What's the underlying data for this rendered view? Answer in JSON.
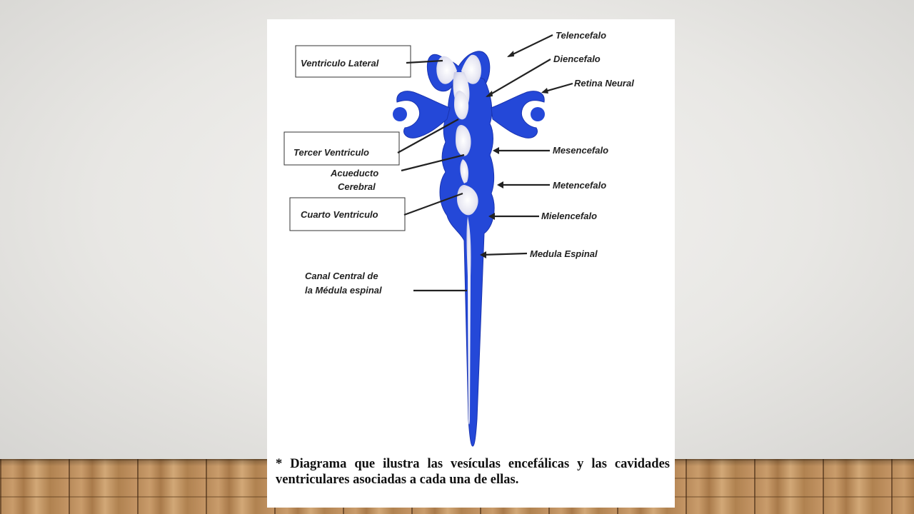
{
  "labels": {
    "ventriculo_lateral": "Ventriculo Lateral",
    "tercer_ventriculo": "Tercer Ventriculo",
    "acueducto_line1": "Acueducto",
    "acueducto_line2": "Cerebral",
    "cuarto_ventriculo": "Cuarto Ventriculo",
    "canal_line1": "Canal Central de",
    "canal_line2": "la Médula espinal",
    "telencefalo": "Telencefalo",
    "diencefalo": "Diencefalo",
    "retina_neural": "Retina Neural",
    "mesencefalo": "Mesencefalo",
    "metencefalo": "Metencefalo",
    "mielencefalo": "Mielencefalo",
    "medula_espinal": "Medula Espinal"
  },
  "caption": "* Diagrama que ilustra las vesículas encefálicas y las cavidades ventriculares asociadas a cada una de ellas.",
  "colors": {
    "tissue": "#2448d8",
    "cavity": "#eeeef8",
    "slide": "#ffffff"
  }
}
